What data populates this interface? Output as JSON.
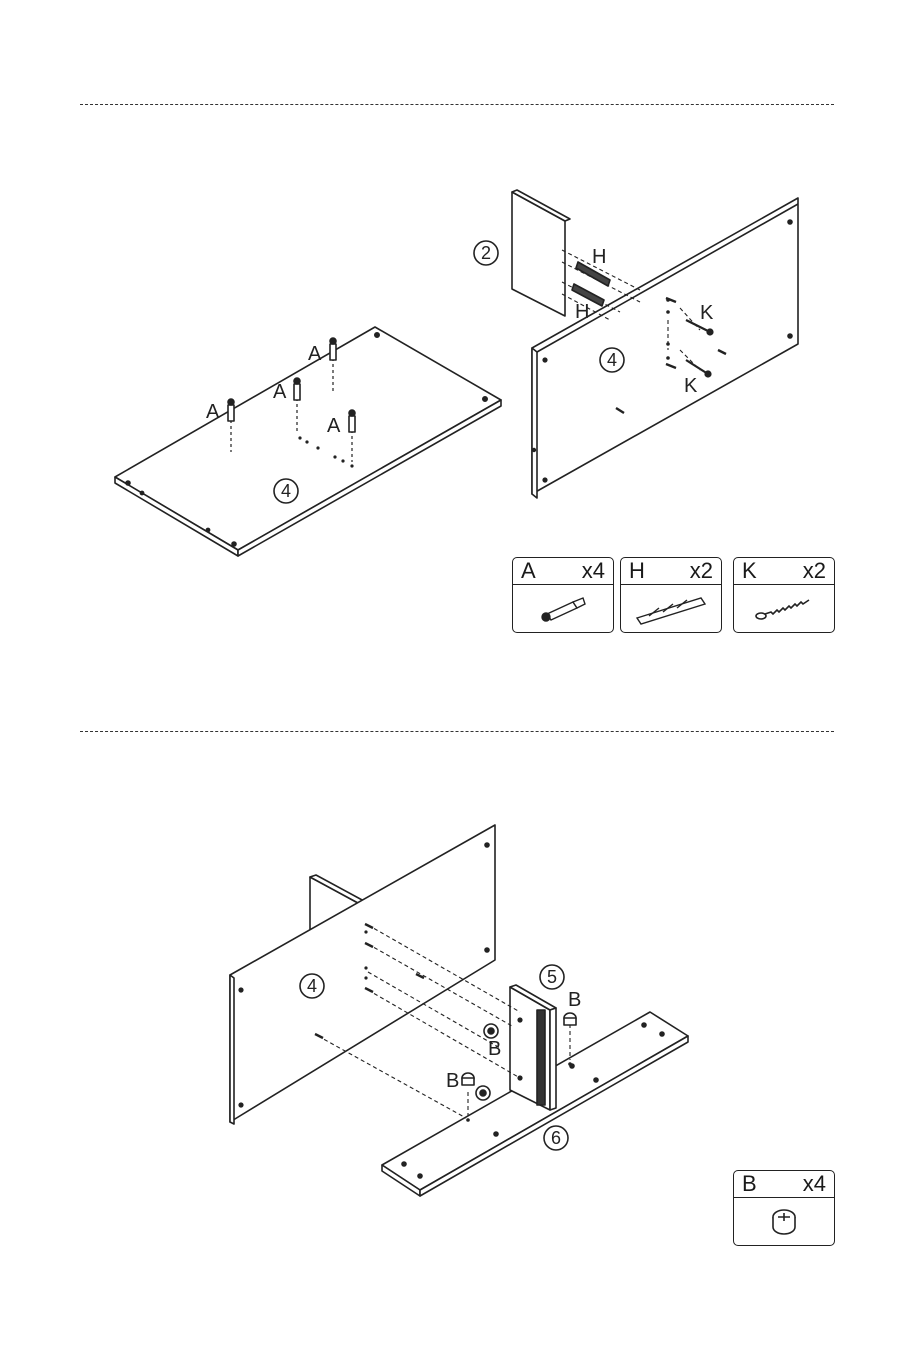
{
  "step1": {
    "part_labels": {
      "board_a": "4",
      "board_b": "4",
      "side": "2"
    },
    "hardware_callouts": {
      "a1": "A",
      "a2": "A",
      "a3": "A",
      "a4": "A",
      "h1": "H",
      "h2": "H",
      "k1": "K",
      "k2": "K"
    },
    "parts": [
      {
        "letter": "A",
        "qty": "x4",
        "icon": "cam-bolt-icon"
      },
      {
        "letter": "H",
        "qty": "x2",
        "icon": "wood-dowel-icon"
      },
      {
        "letter": "K",
        "qty": "x2",
        "icon": "screw-icon"
      }
    ]
  },
  "step2": {
    "part_labels": {
      "board": "4",
      "divider": "5",
      "base": "6"
    },
    "hardware_callouts": {
      "b1": "B",
      "b2": "B",
      "b3": "B"
    },
    "parts": [
      {
        "letter": "B",
        "qty": "x4",
        "icon": "cam-lock-icon"
      }
    ]
  }
}
